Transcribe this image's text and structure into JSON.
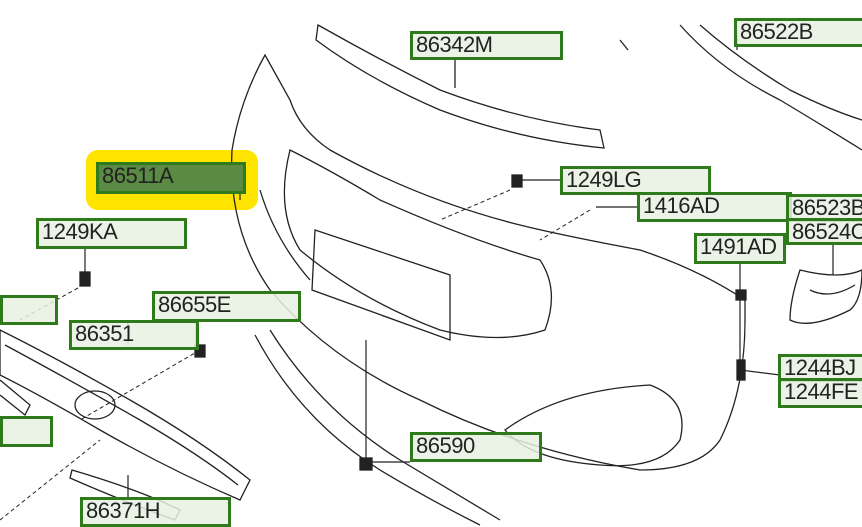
{
  "diagram": {
    "highlighted_part": "86511A",
    "colors": {
      "label_border": "#2f7a1a",
      "highlight": "#ffe400",
      "line": "#222222"
    },
    "labels": {
      "p86342M": "86342M",
      "p86522B": "86522B",
      "p86511A": "86511A",
      "p1249KA": "1249KA",
      "p1249LG": "1249LG",
      "p1416AD": "1416AD",
      "p86523B": "86523B",
      "p86524C": "86524C",
      "p1491AD": "1491AD",
      "p86655E": "86655E",
      "p86351": "86351",
      "p1244BJ": "1244BJ",
      "p1244FE": "1244FE",
      "p86590": "86590",
      "p86371H": "86371H"
    }
  }
}
